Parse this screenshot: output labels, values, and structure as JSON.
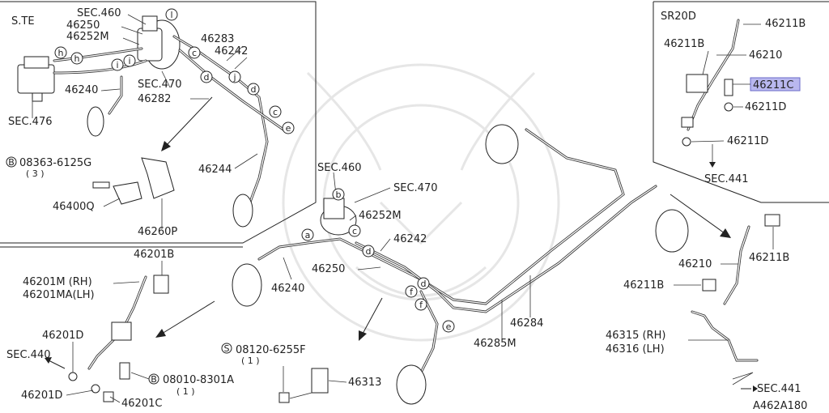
{
  "diagram_code": "A462A180",
  "panels": {
    "ste": {
      "title": "S.TE",
      "labels": [
        "SEC.460",
        "46250",
        "46252M",
        "46283",
        "46242",
        "46240",
        "SEC.470",
        "46282",
        "SEC.476",
        "46244"
      ],
      "bolt_prefix": "B",
      "bolt": "08363-6125G",
      "bolt_qty": "( 3 )",
      "parts": [
        "46400Q",
        "46260P"
      ],
      "callouts": [
        "l",
        "h",
        "h",
        "i",
        "i",
        "c",
        "d",
        "j",
        "d",
        "c",
        "e"
      ]
    },
    "sr20d": {
      "title": "SR20D",
      "labels": [
        "46211B",
        "46211B",
        "46210",
        "46211D",
        "46211D",
        "SEC.441"
      ],
      "highlight": "46211C"
    },
    "left_hose": {
      "labels": [
        "46201B",
        "46201M (RH)",
        "46201MA(LH)",
        "46201D",
        "SEC.440",
        "46201D",
        "46201C"
      ],
      "bolt_prefix": "B",
      "bolt": "08010-8301A",
      "bolt_qty": "( 1 )"
    },
    "main": {
      "labels": [
        "SEC.460",
        "SEC.470",
        "46252M",
        "46242",
        "46240",
        "46250",
        "46284",
        "46285M"
      ],
      "callouts": [
        "b",
        "a",
        "c",
        "d",
        "d",
        "f",
        "f",
        "e"
      ],
      "screw_prefix": "S",
      "screw": "08120-6255F",
      "screw_qty": "( 1 )",
      "bracket": "46313"
    },
    "rear_right": {
      "labels": [
        "46210",
        "46211B",
        "46211B",
        "46315 (RH)",
        "46316 (LH)",
        "SEC.441"
      ]
    }
  }
}
